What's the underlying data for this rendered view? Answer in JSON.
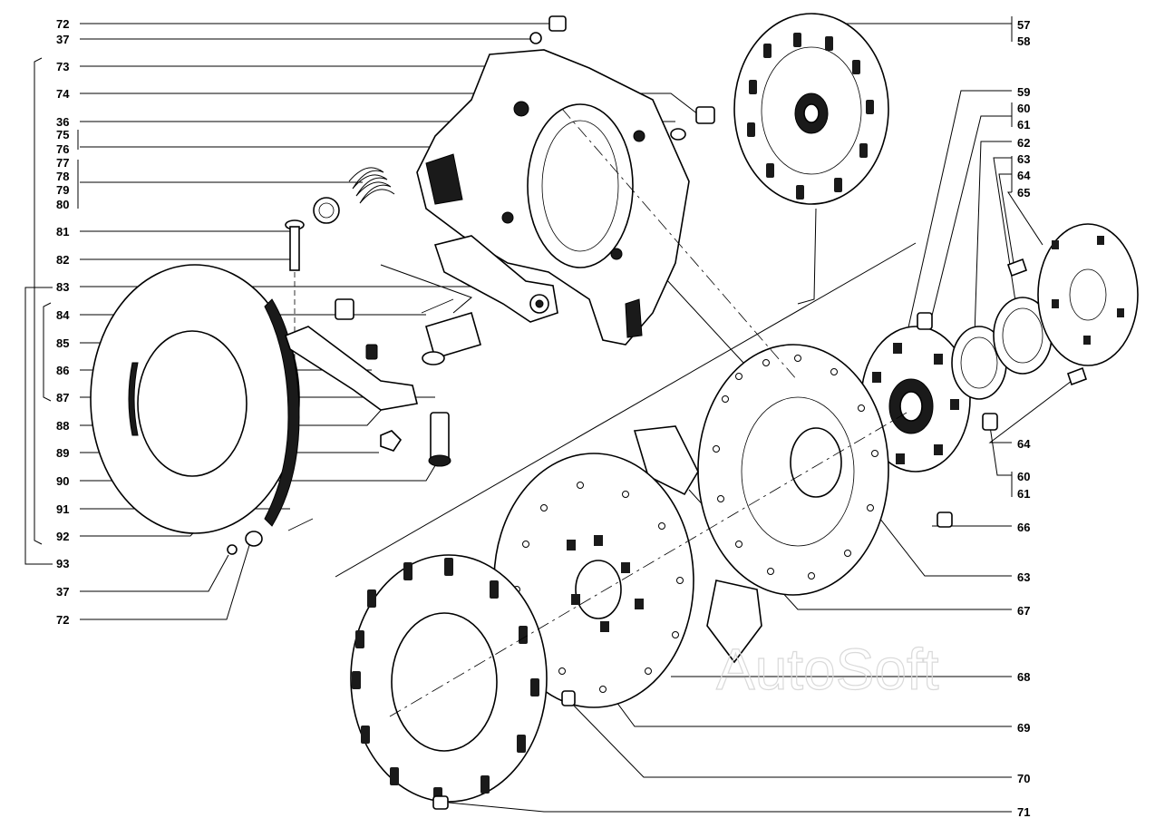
{
  "watermark": "AutoSoft",
  "labels_left": [
    "72",
    "37",
    "73",
    "74",
    "36",
    "75",
    "76",
    "77",
    "78",
    "79",
    "80",
    "81",
    "82",
    "83",
    "84",
    "85",
    "86",
    "87",
    "88",
    "89",
    "90",
    "91",
    "92",
    "93",
    "37",
    "72"
  ],
  "labels_right": [
    "57",
    "58",
    "59",
    "60",
    "61",
    "62",
    "63",
    "64",
    "65",
    "64",
    "60",
    "61",
    "66",
    "63",
    "67",
    "68",
    "69",
    "70",
    "71"
  ]
}
